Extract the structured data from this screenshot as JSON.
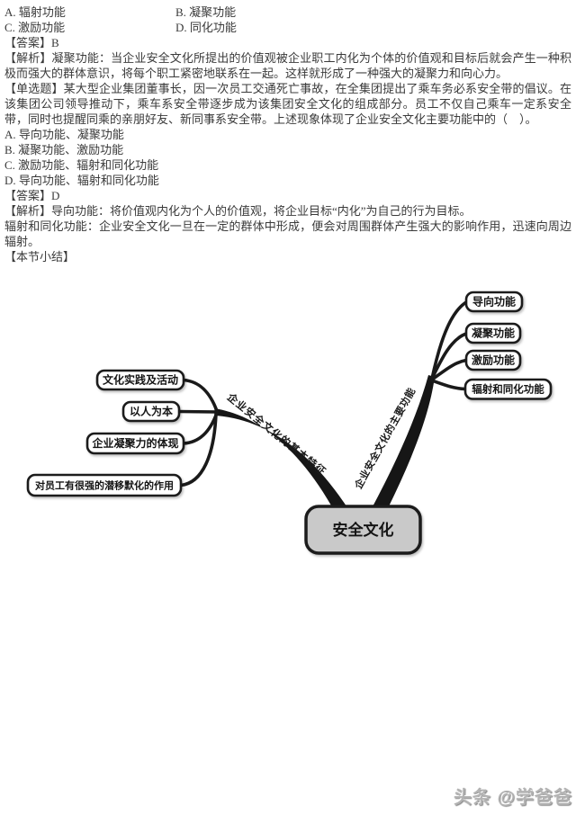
{
  "document": {
    "q1_options": {
      "a": "A. 辐射功能",
      "b": "B. 凝聚功能",
      "c": "C. 激励功能",
      "d": "D. 同化功能"
    },
    "q1_answer": "【答案】B",
    "q1_analysis": "【解析】凝聚功能：当企业安全文化所提出的价值观被企业职工内化为个体的价值观和目标后就会产生一种积极而强大的群体意识，将每个职工紧密地联系在一起。这样就形成了一种强大的凝聚力和向心力。",
    "q2_stem": "【单选题】某大型企业集团董事长，因一次员工交通死亡事故，在全集团提出了乘车务必系安全带的倡议。在该集团公司领导推动下，乘车系安全带逐步成为该集团安全文化的组成部分。员工不仅自己乘车一定系安全带，同时也提醒同乘的亲朋好友、新同事系安全带。上述现象体现了企业安全文化主要功能中的（　）。",
    "q2_options": [
      "A. 导向功能、凝聚功能",
      "B. 凝聚功能、激励功能",
      "C. 激励功能、辐射和同化功能",
      "D. 导向功能、辐射和同化功能"
    ],
    "q2_answer": "【答案】D",
    "q2_analysis_line1": "【解析】导向功能：将价值观内化为个人的价值观，将企业目标“内化”为自己的行为目标。",
    "q2_analysis_line2": "辐射和同化功能：企业安全文化一旦在一定的群体中形成，便会对周围群体产生强大的影响作用，迅速向周边辐射。",
    "section_summary": "【本节小结】"
  },
  "mindmap": {
    "center": "安全文化",
    "left_branch": {
      "label": "企业安全文化的基本特征",
      "children": [
        "文化实践及活动",
        "以人为本",
        "企业凝聚力的体现",
        "对员工有很强的潜移默化的作用"
      ]
    },
    "right_branch": {
      "label": "企业安全文化的主要功能",
      "children": [
        "导向功能",
        "凝聚功能",
        "激励功能",
        "辐射和同化功能"
      ]
    }
  },
  "watermark": "头条 @学爸爸",
  "colors": {
    "ink": "#1a1a1a",
    "body_text": "#3a3a3a",
    "center_fill": "#c9c9c9",
    "watermark_gray": "#b3b3b3"
  }
}
